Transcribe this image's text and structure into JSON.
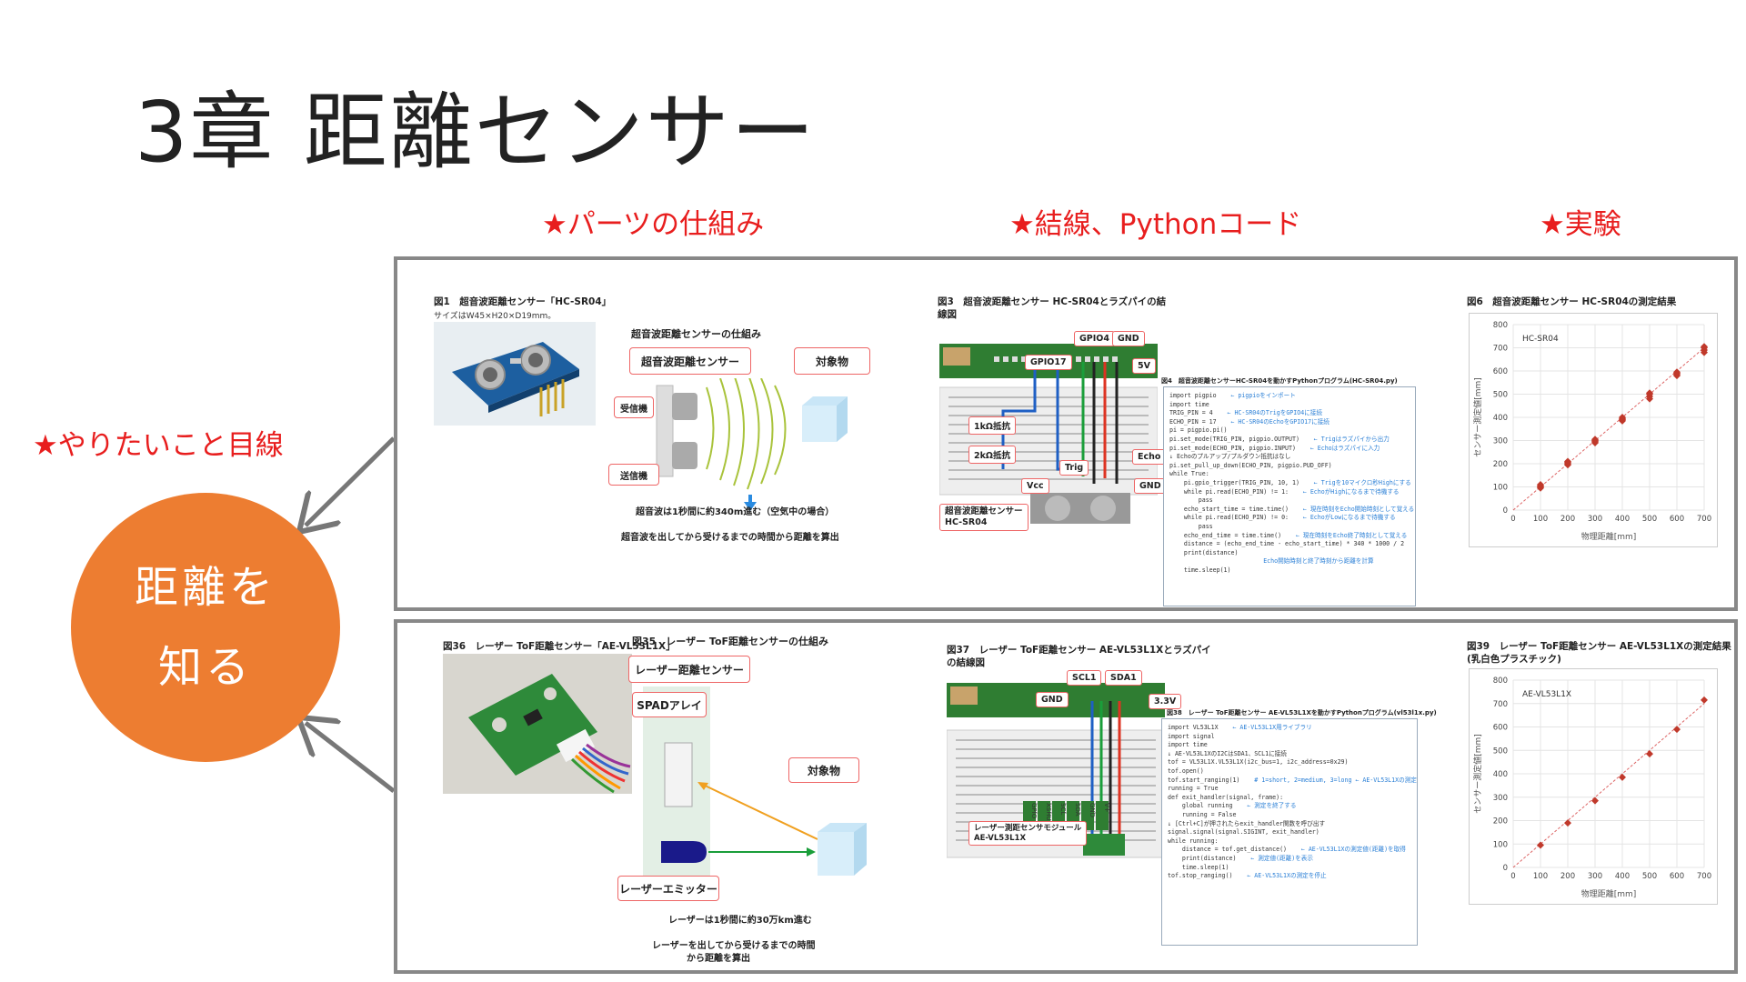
{
  "slide": {
    "title": "3章 距離センサー",
    "headers": {
      "parts": "★パーツの仕組み",
      "wiring": "★結線、Pythonコード",
      "experiment": "★実験"
    },
    "goal_label": "★やりたいこと目線",
    "goal_line1": "距離を",
    "goal_line2": "知る"
  },
  "colors": {
    "accent_red": "#e81e1e",
    "circle_orange": "#ed7d31",
    "panel_border": "#888888",
    "code_comment": "#2a7fd6",
    "chart_point": "#c0392b"
  },
  "hc": {
    "fig1_caption": "図1　超音波距離センサー「HC-SR04」",
    "fig1_sub": "サイズはW45×H20×D19mm。",
    "mech_title": "超音波距離センサーの仕組み",
    "sensor_label": "超音波距離センサー",
    "target_label": "対象物",
    "receiver_label": "受信機",
    "transmitter_label": "送信機",
    "note1": "超音波は1秒間に約340m進む（空気中の場合）",
    "note2": "超音波を出してから受けるまでの時間から距離を算出",
    "fig3_caption_1": "図3　超音波距離センサー HC-SR04とラズパイの結",
    "fig3_caption_2": "線図",
    "pins": {
      "gpio04": "GPIO4",
      "gnd": "GND",
      "gpio17": "GPIO17",
      "v5": "5V",
      "r1k": "1kΩ抵抗",
      "r2k": "2kΩ抵抗",
      "trig": "Trig",
      "echo": "Echo",
      "vcc": "Vcc",
      "gnd2": "GND",
      "module": "超音波距離センサー",
      "model": "HC-SR04"
    },
    "fig4_caption": "図4　超音波距離センサーHC-SR04を動かすPythonプログラム(HC-SR04.py)",
    "code": [
      {
        "c": "import pigpio",
        "m": "← pigpioをインポート"
      },
      {
        "c": "import time",
        "m": ""
      },
      {
        "c": "",
        "m": ""
      },
      {
        "c": "TRIG_PIN = 4",
        "m": "← HC-SR04のTrigをGPIO4に接続"
      },
      {
        "c": "ECHO_PIN = 17",
        "m": "← HC-SR04のEchoをGPIO17に接続"
      },
      {
        "c": "",
        "m": ""
      },
      {
        "c": "pi = pigpio.pi()",
        "m": ""
      },
      {
        "c": "",
        "m": ""
      },
      {
        "c": "pi.set_mode(TRIG_PIN, pigpio.OUTPUT)",
        "m": "← Trigはラズパイから出力"
      },
      {
        "c": "pi.set_mode(ECHO_PIN, pigpio.INPUT)",
        "m": "← Echoはラズパイに入力"
      },
      {
        "c": "↓ Echoのプルアップ/プルダウン抵抗はなし",
        "m": ""
      },
      {
        "c": "pi.set_pull_up_down(ECHO_PIN, pigpio.PUD_OFF)",
        "m": ""
      },
      {
        "c": "",
        "m": ""
      },
      {
        "c": "while True:",
        "m": ""
      },
      {
        "c": "    pi.gpio_trigger(TRIG_PIN, 10, 1)",
        "m": "← Trigを10マイクロ秒Highにする"
      },
      {
        "c": "",
        "m": ""
      },
      {
        "c": "    while pi.read(ECHO_PIN) != 1:",
        "m": "← EchoがHighになるまで待機する"
      },
      {
        "c": "        pass",
        "m": ""
      },
      {
        "c": "    echo_start_time = time.time()",
        "m": "← 現在時刻をEcho開始時刻として覚える"
      },
      {
        "c": "",
        "m": ""
      },
      {
        "c": "    while pi.read(ECHO_PIN) != 0:",
        "m": "← EchoがLowになるまで待機する"
      },
      {
        "c": "        pass",
        "m": ""
      },
      {
        "c": "    echo_end_time = time.time()",
        "m": "← 現在時刻をEcho終了時刻として覚える"
      },
      {
        "c": "",
        "m": ""
      },
      {
        "c": "    distance = (echo_end_time - echo_start_time) * 340 * 1000 / 2",
        "m": ""
      },
      {
        "c": "    print(distance)",
        "m": ""
      },
      {
        "c": "",
        "m": "Echo開始時刻と終了時刻から距離を計算"
      },
      {
        "c": "    time.sleep(1)",
        "m": ""
      }
    ],
    "fig6_caption": "図6　超音波距離センサー HC-SR04の測定結果"
  },
  "tof": {
    "fig36_caption": "図36　レーザー ToF距離センサー「AE-VL53L1X」",
    "fig35_caption": "図35　レーザー ToF距離センサーの仕組み",
    "sensor_label": "レーザー距離センサー",
    "spad_label": "SPADアレイ",
    "target_label": "対象物",
    "emitter_label": "レーザーエミッター",
    "note1": "レーザーは1秒間に約30万km進む",
    "note2": "レーザーを出してから受けるまでの時間",
    "note3": "から距離を算出",
    "fig37_caption_1": "図37　レーザー ToF距離センサー AE-VL53L1Xとラズパイ",
    "fig37_caption_2": "の結線図",
    "pins": {
      "scl1": "SCL1",
      "sda1": "SDA1",
      "gnd": "GND",
      "v33": "3.3V",
      "module": "レーザー測距センサモジュール",
      "model": "AE-VL53L1X"
    },
    "module_pins": [
      "GPIO",
      "XSHUT",
      "SCL",
      "SDA",
      "GND",
      "V+"
    ],
    "fig38_caption": "図38　レーザー ToF距離センサー AE-VL53L1Xを動かすPythonプログラム(vl53l1x.py)",
    "code": [
      {
        "c": "import VL53L1X",
        "m": "← AE-VL53L1X用ライブラリ"
      },
      {
        "c": "import signal",
        "m": ""
      },
      {
        "c": "import time",
        "m": ""
      },
      {
        "c": "",
        "m": ""
      },
      {
        "c": "↓ AE-VL53L1XのI2CはSDA1、SCL1に接続",
        "m": ""
      },
      {
        "c": "tof = VL53L1X.VL53L1X(i2c_bus=1, i2c_address=0x29)",
        "m": ""
      },
      {
        "c": "tof.open()",
        "m": ""
      },
      {
        "c": "",
        "m": ""
      },
      {
        "c": "tof.start_ranging(1)",
        "m": "# 1=short, 2=medium, 3=long ← AE-VL53L1Xの測定を開始"
      },
      {
        "c": "",
        "m": ""
      },
      {
        "c": "running = True",
        "m": ""
      },
      {
        "c": "",
        "m": ""
      },
      {
        "c": "def exit_handler(signal, frame):",
        "m": ""
      },
      {
        "c": "    global running",
        "m": "← 測定を終了する"
      },
      {
        "c": "    running = False",
        "m": ""
      },
      {
        "c": "",
        "m": ""
      },
      {
        "c": "↓ [Ctrl+C]が押されたらexit_handler関数を呼び出す",
        "m": ""
      },
      {
        "c": "signal.signal(signal.SIGINT, exit_handler)",
        "m": ""
      },
      {
        "c": "",
        "m": ""
      },
      {
        "c": "while running:",
        "m": ""
      },
      {
        "c": "    distance = tof.get_distance()",
        "m": "← AE-VL53L1Xの測定値(距離)を取得"
      },
      {
        "c": "    print(distance)",
        "m": "← 測定値(距離)を表示"
      },
      {
        "c": "",
        "m": ""
      },
      {
        "c": "    time.sleep(1)",
        "m": ""
      },
      {
        "c": "",
        "m": ""
      },
      {
        "c": "tof.stop_ranging()",
        "m": "← AE-VL53L1Xの測定を停止"
      }
    ],
    "fig39_caption_1": "図39　レーザー ToF距離センサー AE-VL53L1Xの測定結果",
    "fig39_caption_2": "(乳白色プラスチック)"
  },
  "chart_data": [
    {
      "type": "scatter",
      "title": "HC-SR04",
      "xlabel": "物理距離[mm]",
      "ylabel": "センサー測定値[mm]",
      "xlim": [
        0,
        700
      ],
      "ylim": [
        0,
        800
      ],
      "xticks": [
        0,
        100,
        200,
        300,
        400,
        500,
        600,
        700
      ],
      "yticks": [
        0,
        100,
        200,
        300,
        400,
        500,
        600,
        700,
        800
      ],
      "trendline": [
        [
          0,
          0
        ],
        [
          700,
          700
        ]
      ],
      "series": [
        {
          "x": [
            100,
            100,
            100,
            100,
            200,
            200,
            200,
            200,
            300,
            300,
            300,
            300,
            400,
            400,
            400,
            400,
            500,
            500,
            500,
            500,
            600,
            600,
            600,
            600,
            700,
            700,
            700,
            700
          ],
          "y": [
            95,
            100,
            105,
            110,
            195,
            200,
            205,
            210,
            290,
            295,
            300,
            305,
            385,
            390,
            395,
            400,
            480,
            490,
            500,
            505,
            580,
            585,
            590,
            595,
            680,
            690,
            700,
            705
          ]
        }
      ]
    },
    {
      "type": "scatter",
      "title": "AE-VL53L1X",
      "xlabel": "物理距離[mm]",
      "ylabel": "センサー測定値[mm]",
      "xlim": [
        0,
        700
      ],
      "ylim": [
        0,
        800
      ],
      "xticks": [
        0,
        100,
        200,
        300,
        400,
        500,
        600,
        700
      ],
      "yticks": [
        0,
        100,
        200,
        300,
        400,
        500,
        600,
        700,
        800
      ],
      "trendline": [
        [
          0,
          0
        ],
        [
          700,
          700
        ]
      ],
      "series": [
        {
          "x": [
            100,
            200,
            300,
            400,
            500,
            600,
            700
          ],
          "y": [
            95,
            190,
            285,
            385,
            485,
            590,
            715
          ]
        }
      ]
    }
  ]
}
